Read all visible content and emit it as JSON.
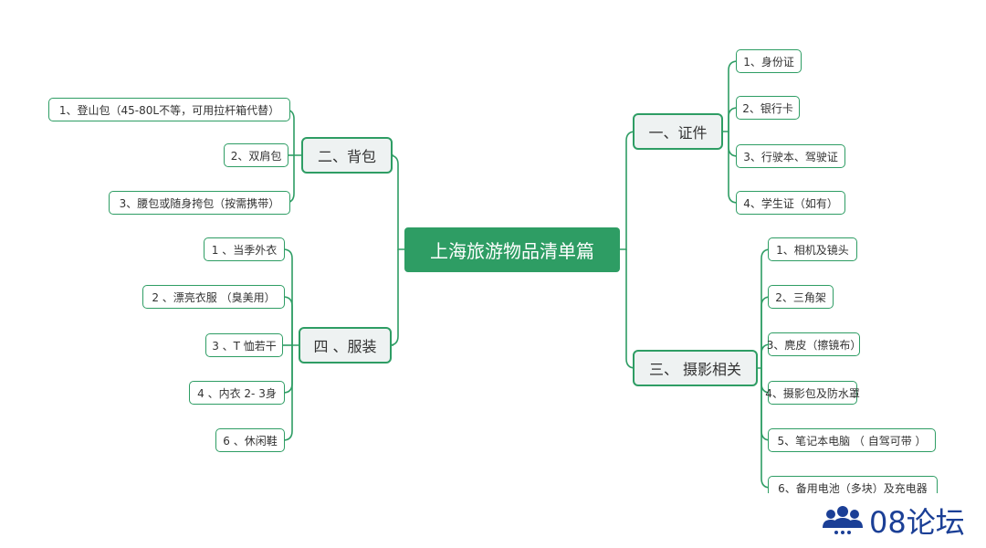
{
  "colors": {
    "accent": "#2e9d64",
    "branch_bg": "#eef2f2",
    "logo": "#1b3f96"
  },
  "root": {
    "label": "上海旅游物品清单篇"
  },
  "branches": {
    "backpack": {
      "label": "二、背包",
      "items": [
        "1、登山包（45-80L不等，可用拉杆箱代替）",
        "2、双肩包",
        "3、腰包或随身挎包（按需携带）"
      ]
    },
    "clothing": {
      "label": "四 、服装",
      "items": [
        "1 、当季外衣",
        "2 、漂亮衣服 （臭美用）",
        "3 、T 恤若干",
        "4 、内衣 2- 3身",
        "6 、休闲鞋"
      ]
    },
    "documents": {
      "label": "一、证件",
      "items": [
        "1、身份证",
        "2、银行卡",
        "3、行驶本、驾驶证",
        "4、学生证（如有）"
      ]
    },
    "photo": {
      "label": "三、 摄影相关",
      "items": [
        "1、相机及镜头",
        "2、三角架",
        "3、麂皮（擦镜布）",
        "4、摄影包及防水罩",
        "5、笔记本电脑 （ 自驾可带 ）",
        "6、备用电池（多块）及充电器"
      ]
    }
  },
  "watermark": {
    "icon": "people-icon",
    "text": "08论坛"
  }
}
